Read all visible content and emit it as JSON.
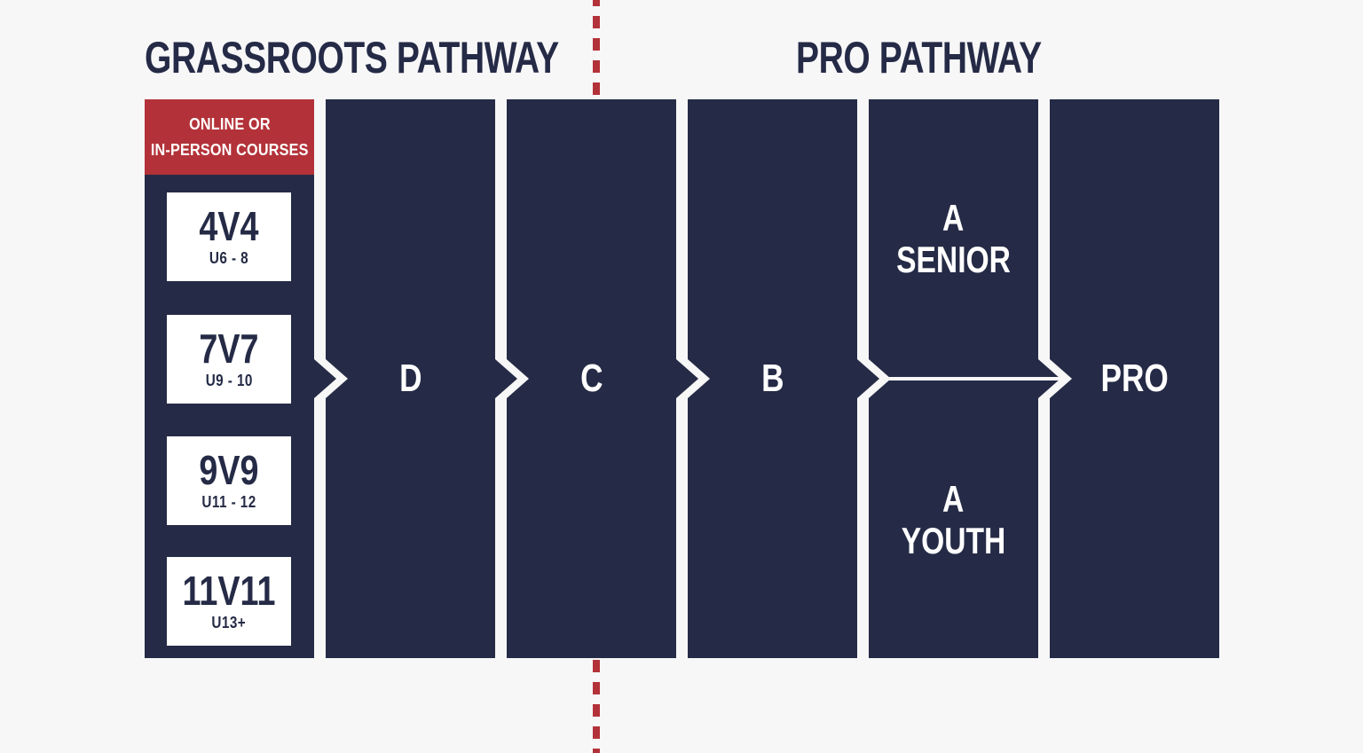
{
  "colors": {
    "navy": "#252b46",
    "red": "#b33239",
    "bg": "#f7f7f8",
    "white": "#ffffff"
  },
  "header": {
    "grassroots_title": "GRASSROOTS PATHWAY",
    "pro_title": "PRO PATHWAY"
  },
  "grassroots_column": {
    "courses_banner": {
      "line1": "ONLINE OR",
      "line2": "IN-PERSON COURSES"
    },
    "age_cards": [
      {
        "format": "4V4",
        "ages": "U6 - 8"
      },
      {
        "format": "7V7",
        "ages": "U9 - 10"
      },
      {
        "format": "9V9",
        "ages": "U11 - 12"
      },
      {
        "format": "11V11",
        "ages": "U13+"
      }
    ]
  },
  "licenses": {
    "d": "D",
    "c": "C",
    "b": "B",
    "a_senior": {
      "line1": "A",
      "line2": "SENIOR"
    },
    "a_youth": {
      "line1": "A",
      "line2": "YOUTH"
    },
    "pro": "PRO"
  }
}
